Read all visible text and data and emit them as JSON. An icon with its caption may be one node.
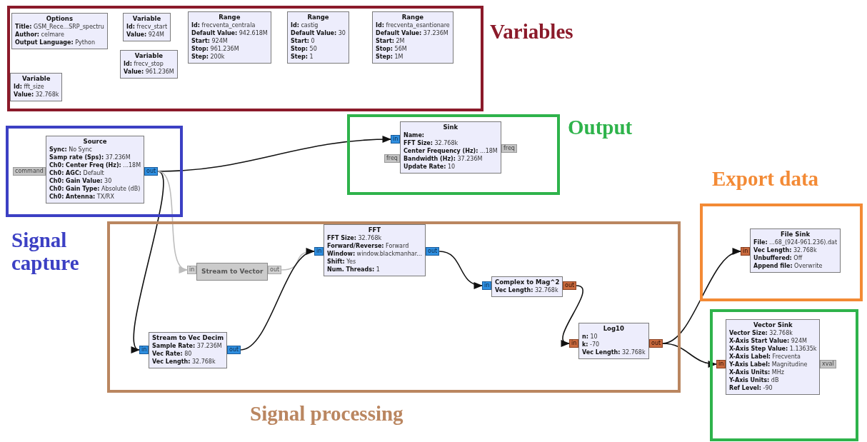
{
  "diagram": {
    "nodes": [
      {
        "text": [
          "Variables"
        ]
      },
      {
        "text": [
          "Options",
          "**Title:** GSM_Rece...SRP_spectru",
          "**Author:** celmare",
          "**Output Language:** Python"
        ],
        "in": 0
      },
      {
        "text": [
          "Variable",
          "**Id:** frecv_start",
          "**Value:** 924M"
        ],
        "in": 0
      },
      {
        "text": [
          "Range",
          "**Id:** frecventa_centrala",
          "**Default Value:** 942.618M",
          "**Start:** 924M",
          "**Stop:** 961.236M",
          "**Step:** 200k"
        ],
        "in": 0
      },
      {
        "text": [
          "Range",
          "**Id:** castig",
          "**Default Value:** 30",
          "**Start:** 0",
          "**Stop:** 50",
          "**Step:** 1"
        ],
        "in": 0
      },
      {
        "text": [
          "Range",
          "**Id:** frecventa_esantionare",
          "**Default Value:** 37.236M",
          "**Start:** 2M",
          "**Stop:** 56M",
          "**Step:** 1M"
        ],
        "in": 0
      },
      {
        "text": [
          "Variable",
          "**Id:** frecv_stop",
          "**Value:** 961.236M"
        ],
        "in": 0
      },
      {
        "text": [
          "Variable",
          "**Id:** fft_size",
          "**Value:** 32.768k"
        ],
        "in": 0
      },
      {
        "text": [
          "Signal capture"
        ]
      },
      {
        "text": [
          "Source",
          "**Sync:** No Sync",
          "**Samp rate (Sps):** 37.236M",
          "**Ch0: Center Freq (Hz):** ...18M",
          "**Ch0: AGC:** Default",
          "**Ch0: Gain Value:** 30",
          "**Ch0: Gain Type:** Absolute (dB)",
          "**Ch0: Antenna:** TX/RX"
        ],
        "in": 8
      },
      {
        "text": [
          "command"
        ],
        "in": 8
      },
      {
        "text": [
          "out"
        ],
        "in": 8
      },
      {
        "text": [
          "Output"
        ]
      },
      {
        "text": [
          "Sink",
          "**Name:**",
          "**FFT Size:** 32.768k",
          "**Center Frequency (Hz):** ...18M",
          "**Bandwidth (Hz):** 37.236M",
          "**Update Rate:** 10"
        ],
        "in": 12
      },
      {
        "text": [
          "in"
        ],
        "in": 12
      },
      {
        "text": [
          "freq"
        ],
        "in": 12
      },
      {
        "text": [
          "freq"
        ],
        "in": 12
      },
      {
        "text": [
          "Export data"
        ]
      },
      {
        "text": [
          "File Sink",
          "**File:** ...68_(924-961.236).dat",
          "**Vec Length:** 32.768k",
          "**Unbuffered:** Off",
          "**Append file:** Overwrite"
        ],
        "in": 17
      },
      {
        "text": [
          "in"
        ],
        "in": 17
      },
      {
        "text": [
          "Signal processing"
        ]
      },
      {
        "text": [
          "Stream to Vector"
        ],
        "in": 20
      },
      {
        "text": [
          "in"
        ],
        "in": 20
      },
      {
        "text": [
          "out"
        ],
        "in": 20
      },
      {
        "text": [
          "FFT",
          "**FFT Size:** 32.768k",
          "**Forward/Reverse:** Forward",
          "**Window:** window.blackmanhar...",
          "**Shift:** Yes",
          "**Num. Threads:** 1"
        ],
        "in": 20
      },
      {
        "text": [
          "in"
        ],
        "in": 20
      },
      {
        "text": [
          "out"
        ],
        "in": 20
      },
      {
        "text": [
          "Complex to Mag^2",
          "**Vec Length:** 32.768k"
        ],
        "in": 20
      },
      {
        "text": [
          "in"
        ],
        "in": 20
      },
      {
        "text": [
          "out"
        ],
        "in": 20
      },
      {
        "text": [
          "Stream to Vec Decim",
          "**Sample Rate:** 37.236M",
          "**Vec Rate:** 80",
          "**Vec Length:** 32.768k"
        ],
        "in": 20
      },
      {
        "text": [
          "in"
        ],
        "in": 20
      },
      {
        "text": [
          "out"
        ],
        "in": 20
      },
      {
        "text": [
          "Log10",
          "**n:** 10",
          "**k:** -70",
          "**Vec Length:** 32.768k"
        ],
        "in": 20
      },
      {
        "text": [
          "in"
        ],
        "in": 20
      },
      {
        "text": [
          "out"
        ],
        "in": 20
      },
      {
        "text": [],
        "shape": "box"
      },
      {
        "text": [
          "Vector Sink",
          "**Vector Size:** 32.768k",
          "**X-Axis Start Value:** 924M",
          "**X-Axis Step Value:** 1.13635k",
          "**X-Axis Label:** Frecventa",
          "**Y-Axis Label:** Magnitudine",
          "**X-Axis Units:** MHz",
          "**Y-Axis Units:** dB",
          "**Ref Level:** -90"
        ],
        "in": 36
      },
      {
        "text": [
          "in"
        ],
        "in": 36
      },
      {
        "text": [
          "xval"
        ],
        "in": 36
      }
    ],
    "edges": [
      {
        "from": 11,
        "to": 14,
        "arrow": "to"
      },
      {
        "from": 11,
        "to": 31,
        "arrow": "to"
      },
      {
        "from": 11,
        "to": 22,
        "arrow": "to",
        "color": "#bdbdbd"
      },
      {
        "from": 23,
        "to": 25,
        "arrow": "none",
        "color": "#bdbdbd"
      },
      {
        "from": 32,
        "to": 25,
        "arrow": "to"
      },
      {
        "from": 26,
        "to": 28,
        "arrow": "to"
      },
      {
        "from": 29,
        "to": 34,
        "arrow": "to"
      },
      {
        "from": 35,
        "to": 19,
        "arrow": "to"
      },
      {
        "from": 35,
        "to": 38,
        "arrow": "to"
      }
    ]
  }
}
